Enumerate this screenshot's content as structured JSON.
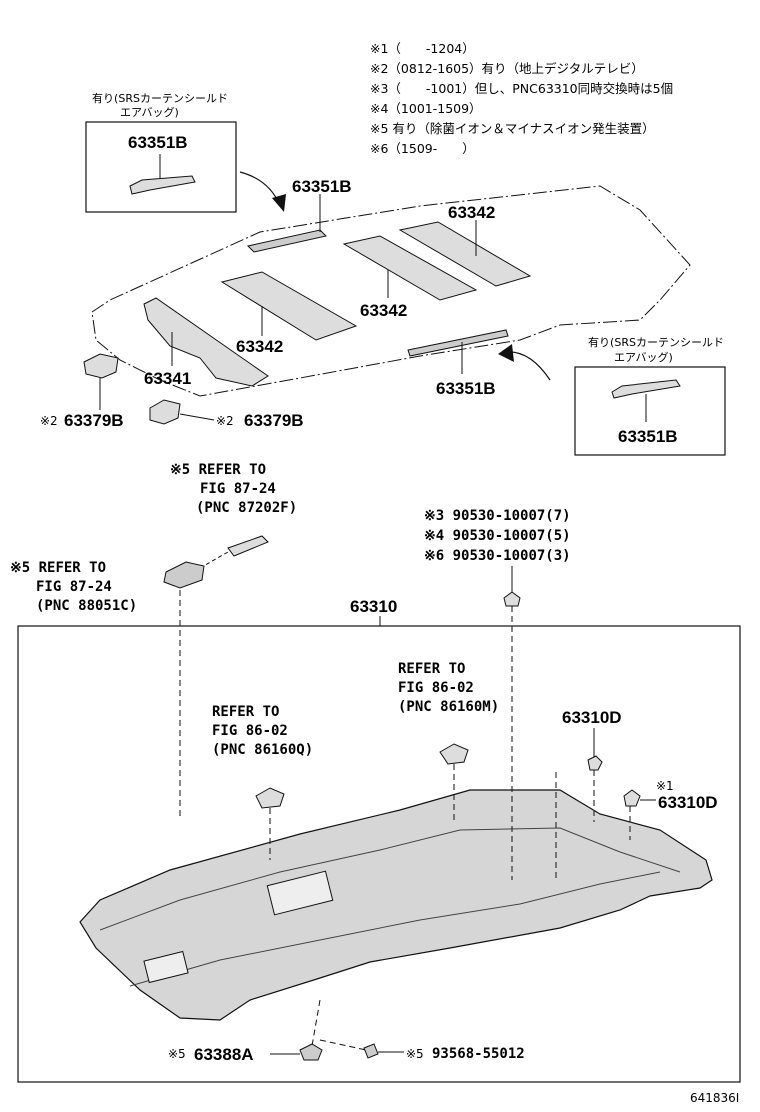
{
  "notes": [
    "※1（　　-1204）",
    "※2（0812-1605）有り（地上デジタルテレビ）",
    "※3（　　-1001）但し、PNC63310同時交換時は5個",
    "※4（1001-1509）",
    "※5 有り（除菌イオン＆マイナスイオン発生装置）",
    "※6（1509-　　）"
  ],
  "inset_left": {
    "caption_1": "有り(SRSカーテンシールド",
    "caption_2": "エアバッグ)",
    "part": "63351B"
  },
  "inset_right": {
    "caption_1": "有り(SRSカーテンシールド",
    "caption_2": "エアバッグ)",
    "part": "63351B"
  },
  "upper": {
    "p63351b_top": "63351B",
    "p63342_a": "63342",
    "p63342_b": "63342",
    "p63342_c": "63342",
    "p63341": "63341",
    "p63351b_bottom": "63351B",
    "p63379b_left_mark": "※2",
    "p63379b_left": "63379B",
    "p63379b_right_mark": "※2",
    "p63379b_right": "63379B"
  },
  "refs": {
    "ref_87202f": {
      "l1": "※5 REFER TO",
      "l2": "FIG 87-24",
      "l3": "(PNC 87202F)"
    },
    "ref_88051c": {
      "l1": "※5 REFER TO",
      "l2": "FIG 87-24",
      "l3": "(PNC 88051C)"
    },
    "ref_86160m": {
      "l1": "REFER TO",
      "l2": "FIG 86-02",
      "l3": "(PNC 86160M)"
    },
    "ref_86160q": {
      "l1": "REFER TO",
      "l2": "FIG 86-02",
      "l3": "(PNC 86160Q)"
    }
  },
  "clips": [
    "※3 90530-10007(7)",
    "※4 90530-10007(5)",
    "※6 90530-10007(3)"
  ],
  "lower": {
    "p63310": "63310",
    "p63310d_a": "63310D",
    "p63310d_b_mark": "※1",
    "p63310d_b": "63310D",
    "p63388a_mark": "※5",
    "p63388a": "63388A",
    "p93568_mark": "※5",
    "p93568": "93568-55012"
  },
  "figure_id": "641836I"
}
